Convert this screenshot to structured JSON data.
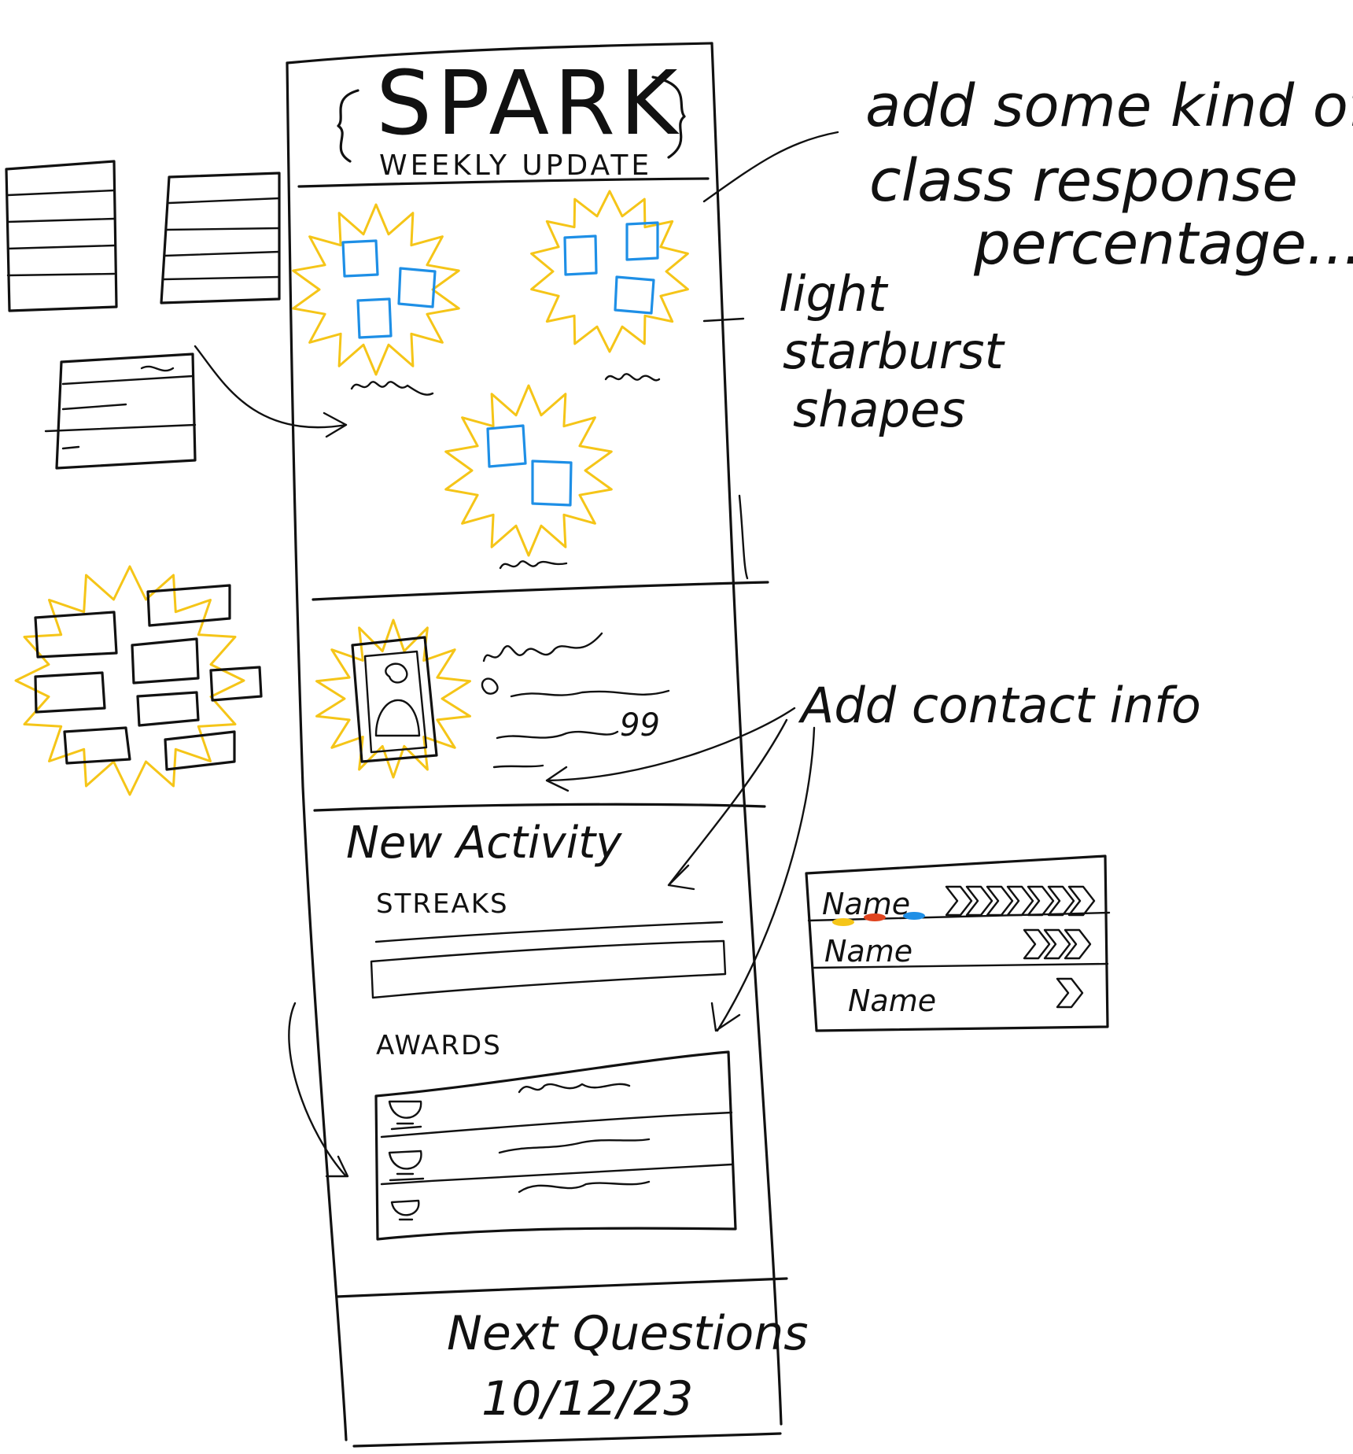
{
  "header": {
    "title": "SPARK",
    "subtitle": "WEEKLY UPDATE"
  },
  "annotations": {
    "response_line1": "add some kind of",
    "response_line2": "class response",
    "response_line3": "percentage...",
    "starburst_line1": "light",
    "starburst_line2": "starburst",
    "starburst_line3": "shapes",
    "contact": "Add contact info"
  },
  "profile": {
    "count": "99"
  },
  "activity": {
    "heading": "New Activity",
    "streaks_label": "STREAKS",
    "awards_label": "AWARDS"
  },
  "leaderboard": {
    "rows": [
      {
        "name": "Name",
        "chevrons": 7
      },
      {
        "name": "Name",
        "chevrons": 3
      },
      {
        "name": "Name",
        "chevrons": 1
      }
    ]
  },
  "footer": {
    "label": "Next Questions",
    "date": "10/12/23"
  },
  "colors": {
    "ink": "#111111",
    "starburst": "#f5c518",
    "blocks": "#1e8fe6",
    "dot_yellow": "#f5c518",
    "dot_red": "#e0441f",
    "dot_blue": "#1e8fe6"
  }
}
